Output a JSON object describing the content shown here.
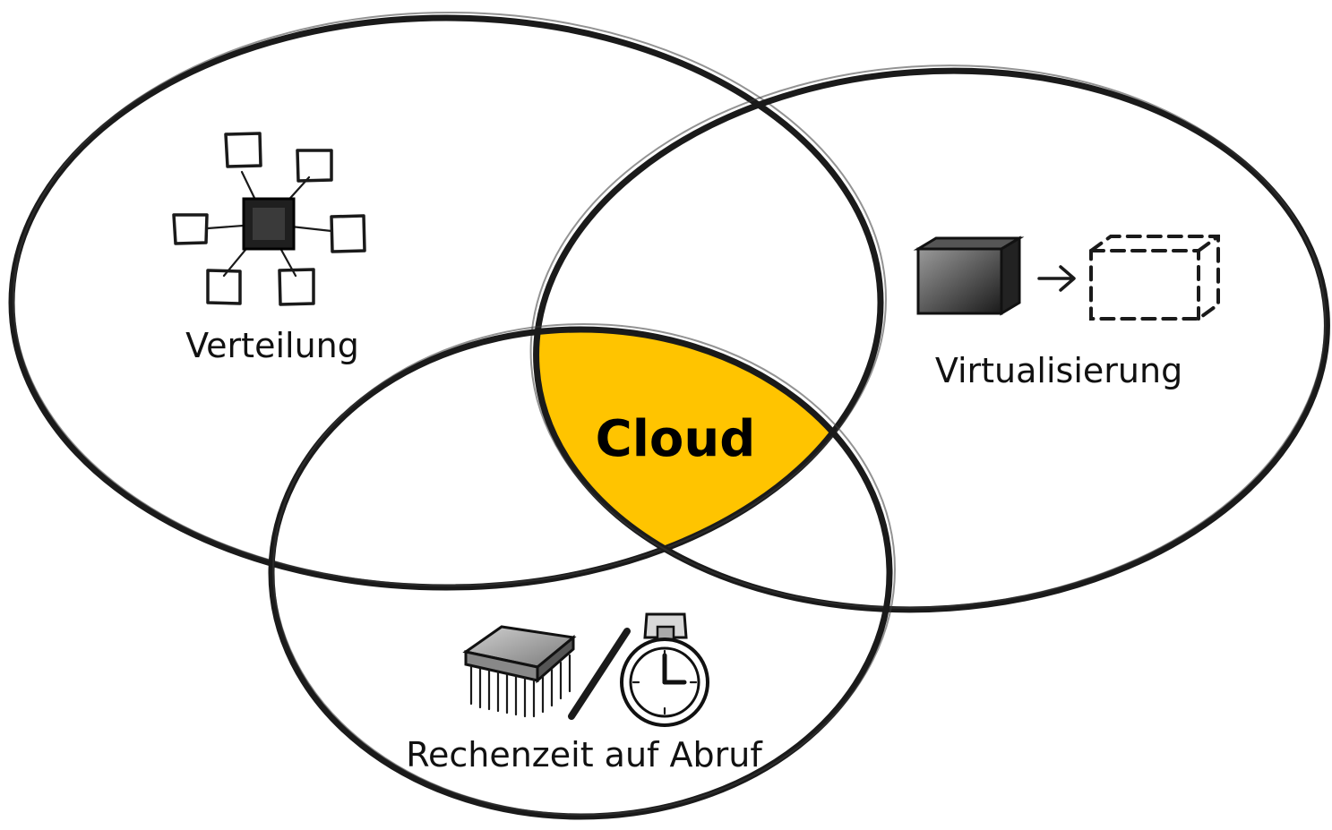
{
  "diagram": {
    "sets": [
      {
        "label": "Verteilung",
        "icon": "network-hub-icon"
      },
      {
        "label": "Virtualisierung",
        "icon": "physical-to-virtual-cube-icon"
      },
      {
        "label": "Rechenzeit auf Abruf",
        "icon": "chip-and-stopwatch-icon"
      }
    ],
    "intersection": {
      "label": "Cloud",
      "color": "#FFC400"
    },
    "outline_color": "#1a1a1a"
  }
}
